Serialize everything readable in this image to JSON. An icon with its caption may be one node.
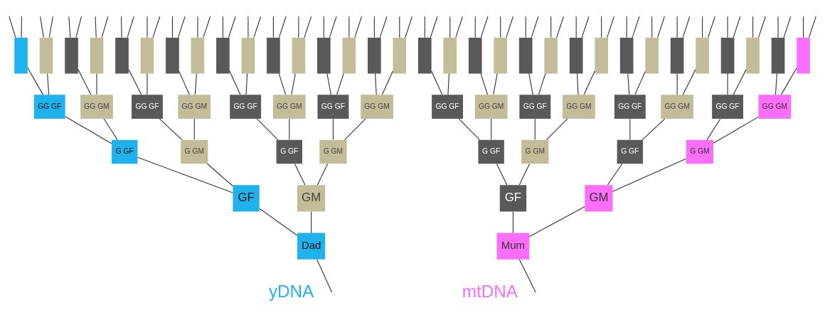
{
  "diagram": {
    "nodes": [
      {
        "text": [],
        "shape": "bar"
      },
      {
        "text": [],
        "shape": "bar"
      },
      {
        "text": [],
        "shape": "bar"
      },
      {
        "text": [],
        "shape": "bar"
      },
      {
        "text": [],
        "shape": "bar"
      },
      {
        "text": [],
        "shape": "bar"
      },
      {
        "text": [],
        "shape": "bar"
      },
      {
        "text": [],
        "shape": "bar"
      },
      {
        "text": [],
        "shape": "bar"
      },
      {
        "text": [],
        "shape": "bar"
      },
      {
        "text": [],
        "shape": "bar"
      },
      {
        "text": [],
        "shape": "bar"
      },
      {
        "text": [],
        "shape": "bar"
      },
      {
        "text": [],
        "shape": "bar"
      },
      {
        "text": [],
        "shape": "bar"
      },
      {
        "text": [],
        "shape": "bar"
      },
      {
        "text": [],
        "shape": "bar"
      },
      {
        "text": [],
        "shape": "bar"
      },
      {
        "text": [],
        "shape": "bar"
      },
      {
        "text": [],
        "shape": "bar"
      },
      {
        "text": [],
        "shape": "bar"
      },
      {
        "text": [],
        "shape": "bar"
      },
      {
        "text": [],
        "shape": "bar"
      },
      {
        "text": [],
        "shape": "bar"
      },
      {
        "text": [],
        "shape": "bar"
      },
      {
        "text": [],
        "shape": "bar"
      },
      {
        "text": [],
        "shape": "bar"
      },
      {
        "text": [],
        "shape": "bar"
      },
      {
        "text": [],
        "shape": "bar"
      },
      {
        "text": [],
        "shape": "bar"
      },
      {
        "text": [],
        "shape": "bar"
      },
      {
        "text": [],
        "shape": "bar"
      },
      {
        "text": [
          "GG GF"
        ]
      },
      {
        "text": [
          "GG GM"
        ]
      },
      {
        "text": [
          "GG GF"
        ]
      },
      {
        "text": [
          "GG GM"
        ]
      },
      {
        "text": [
          "GG GF"
        ]
      },
      {
        "text": [
          "GG GM"
        ]
      },
      {
        "text": [
          "GG GF"
        ]
      },
      {
        "text": [
          "GG GM"
        ]
      },
      {
        "text": [
          "GG GF"
        ]
      },
      {
        "text": [
          "GG GM"
        ]
      },
      {
        "text": [
          "GG GF"
        ]
      },
      {
        "text": [
          "GG GM"
        ]
      },
      {
        "text": [
          "GG GF"
        ]
      },
      {
        "text": [
          "GG GM"
        ]
      },
      {
        "text": [
          "GG GF"
        ]
      },
      {
        "text": [
          "GG GM"
        ]
      },
      {
        "text": [
          "G GF"
        ]
      },
      {
        "text": [
          "G GM"
        ]
      },
      {
        "text": [
          "G GF"
        ]
      },
      {
        "text": [
          "G GM"
        ]
      },
      {
        "text": [
          "G GF"
        ]
      },
      {
        "text": [
          "G GM"
        ]
      },
      {
        "text": [
          "G GF"
        ]
      },
      {
        "text": [
          "G GM"
        ]
      },
      {
        "text": [
          "GF"
        ]
      },
      {
        "text": [
          "GM"
        ]
      },
      {
        "text": [
          "GF"
        ]
      },
      {
        "text": [
          "GM"
        ]
      },
      {
        "text": [
          "Dad"
        ]
      },
      {
        "text": [
          "Mum"
        ]
      }
    ],
    "edges": [
      {
        "from": null,
        "to": 0,
        "arrow": "none"
      },
      {
        "from": null,
        "to": 0,
        "arrow": "none"
      },
      {
        "from": null,
        "to": 1,
        "arrow": "none"
      },
      {
        "from": null,
        "to": 1,
        "arrow": "none"
      },
      {
        "from": null,
        "to": 2,
        "arrow": "none"
      },
      {
        "from": null,
        "to": 2,
        "arrow": "none"
      },
      {
        "from": null,
        "to": 3,
        "arrow": "none"
      },
      {
        "from": null,
        "to": 3,
        "arrow": "none"
      },
      {
        "from": null,
        "to": 4,
        "arrow": "none"
      },
      {
        "from": null,
        "to": 4,
        "arrow": "none"
      },
      {
        "from": null,
        "to": 5,
        "arrow": "none"
      },
      {
        "from": null,
        "to": 5,
        "arrow": "none"
      },
      {
        "from": null,
        "to": 6,
        "arrow": "none"
      },
      {
        "from": null,
        "to": 6,
        "arrow": "none"
      },
      {
        "from": null,
        "to": 7,
        "arrow": "none"
      },
      {
        "from": null,
        "to": 7,
        "arrow": "none"
      },
      {
        "from": null,
        "to": 8,
        "arrow": "none"
      },
      {
        "from": null,
        "to": 8,
        "arrow": "none"
      },
      {
        "from": null,
        "to": 9,
        "arrow": "none"
      },
      {
        "from": null,
        "to": 9,
        "arrow": "none"
      },
      {
        "from": null,
        "to": 10,
        "arrow": "none"
      },
      {
        "from": null,
        "to": 10,
        "arrow": "none"
      },
      {
        "from": null,
        "to": 11,
        "arrow": "none"
      },
      {
        "from": null,
        "to": 11,
        "arrow": "none"
      },
      {
        "from": null,
        "to": 12,
        "arrow": "none"
      },
      {
        "from": null,
        "to": 12,
        "arrow": "none"
      },
      {
        "from": null,
        "to": 13,
        "arrow": "none"
      },
      {
        "from": null,
        "to": 13,
        "arrow": "none"
      },
      {
        "from": null,
        "to": 14,
        "arrow": "none"
      },
      {
        "from": null,
        "to": 14,
        "arrow": "none"
      },
      {
        "from": null,
        "to": 15,
        "arrow": "none"
      },
      {
        "from": null,
        "to": 15,
        "arrow": "none"
      },
      {
        "from": null,
        "to": 16,
        "arrow": "none"
      },
      {
        "from": null,
        "to": 16,
        "arrow": "none"
      },
      {
        "from": null,
        "to": 17,
        "arrow": "none"
      },
      {
        "from": null,
        "to": 17,
        "arrow": "none"
      },
      {
        "from": null,
        "to": 18,
        "arrow": "none"
      },
      {
        "from": null,
        "to": 18,
        "arrow": "none"
      },
      {
        "from": null,
        "to": 19,
        "arrow": "none"
      },
      {
        "from": null,
        "to": 19,
        "arrow": "none"
      },
      {
        "from": null,
        "to": 20,
        "arrow": "none"
      },
      {
        "from": null,
        "to": 20,
        "arrow": "none"
      },
      {
        "from": null,
        "to": 21,
        "arrow": "none"
      },
      {
        "from": null,
        "to": 21,
        "arrow": "none"
      },
      {
        "from": null,
        "to": 22,
        "arrow": "none"
      },
      {
        "from": null,
        "to": 22,
        "arrow": "none"
      },
      {
        "from": null,
        "to": 23,
        "arrow": "none"
      },
      {
        "from": null,
        "to": 23,
        "arrow": "none"
      },
      {
        "from": null,
        "to": 24,
        "arrow": "none"
      },
      {
        "from": null,
        "to": 24,
        "arrow": "none"
      },
      {
        "from": null,
        "to": 25,
        "arrow": "none"
      },
      {
        "from": null,
        "to": 25,
        "arrow": "none"
      },
      {
        "from": null,
        "to": 26,
        "arrow": "none"
      },
      {
        "from": null,
        "to": 26,
        "arrow": "none"
      },
      {
        "from": null,
        "to": 27,
        "arrow": "none"
      },
      {
        "from": null,
        "to": 27,
        "arrow": "none"
      },
      {
        "from": null,
        "to": 28,
        "arrow": "none"
      },
      {
        "from": null,
        "to": 28,
        "arrow": "none"
      },
      {
        "from": null,
        "to": 29,
        "arrow": "none"
      },
      {
        "from": null,
        "to": 29,
        "arrow": "none"
      },
      {
        "from": null,
        "to": 30,
        "arrow": "none"
      },
      {
        "from": null,
        "to": 30,
        "arrow": "none"
      },
      {
        "from": null,
        "to": 31,
        "arrow": "none"
      },
      {
        "from": null,
        "to": 31,
        "arrow": "none"
      },
      {
        "from": 0,
        "to": 32,
        "arrow": "none"
      },
      {
        "from": 1,
        "to": 32,
        "arrow": "none"
      },
      {
        "from": 2,
        "to": 33,
        "arrow": "none"
      },
      {
        "from": 3,
        "to": 33,
        "arrow": "none"
      },
      {
        "from": 4,
        "to": 34,
        "arrow": "none"
      },
      {
        "from": 5,
        "to": 34,
        "arrow": "none"
      },
      {
        "from": 6,
        "to": 35,
        "arrow": "none"
      },
      {
        "from": 7,
        "to": 35,
        "arrow": "none"
      },
      {
        "from": 8,
        "to": 36,
        "arrow": "none"
      },
      {
        "from": 9,
        "to": 36,
        "arrow": "none"
      },
      {
        "from": 10,
        "to": 37,
        "arrow": "none"
      },
      {
        "from": 11,
        "to": 37,
        "arrow": "none"
      },
      {
        "from": 12,
        "to": 38,
        "arrow": "none"
      },
      {
        "from": 13,
        "to": 38,
        "arrow": "none"
      },
      {
        "from": 14,
        "to": 39,
        "arrow": "none"
      },
      {
        "from": 15,
        "to": 39,
        "arrow": "none"
      },
      {
        "from": 16,
        "to": 40,
        "arrow": "none"
      },
      {
        "from": 17,
        "to": 40,
        "arrow": "none"
      },
      {
        "from": 18,
        "to": 41,
        "arrow": "none"
      },
      {
        "from": 19,
        "to": 41,
        "arrow": "none"
      },
      {
        "from": 20,
        "to": 42,
        "arrow": "none"
      },
      {
        "from": 21,
        "to": 42,
        "arrow": "none"
      },
      {
        "from": 22,
        "to": 43,
        "arrow": "none"
      },
      {
        "from": 23,
        "to": 43,
        "arrow": "none"
      },
      {
        "from": 24,
        "to": 44,
        "arrow": "none"
      },
      {
        "from": 25,
        "to": 44,
        "arrow": "none"
      },
      {
        "from": 26,
        "to": 45,
        "arrow": "none"
      },
      {
        "from": 27,
        "to": 45,
        "arrow": "none"
      },
      {
        "from": 28,
        "to": 46,
        "arrow": "none"
      },
      {
        "from": 29,
        "to": 46,
        "arrow": "none"
      },
      {
        "from": 30,
        "to": 47,
        "arrow": "none"
      },
      {
        "from": 31,
        "to": 47,
        "arrow": "none"
      },
      {
        "from": 32,
        "to": 48,
        "arrow": "none"
      },
      {
        "from": 33,
        "to": 48,
        "arrow": "none"
      },
      {
        "from": 34,
        "to": 49,
        "arrow": "none"
      },
      {
        "from": 35,
        "to": 49,
        "arrow": "none"
      },
      {
        "from": 36,
        "to": 50,
        "arrow": "none"
      },
      {
        "from": 37,
        "to": 50,
        "arrow": "none"
      },
      {
        "from": 38,
        "to": 51,
        "arrow": "none"
      },
      {
        "from": 39,
        "to": 51,
        "arrow": "none"
      },
      {
        "from": 40,
        "to": 52,
        "arrow": "none"
      },
      {
        "from": 41,
        "to": 52,
        "arrow": "none"
      },
      {
        "from": 42,
        "to": 53,
        "arrow": "none"
      },
      {
        "from": 43,
        "to": 53,
        "arrow": "none"
      },
      {
        "from": 44,
        "to": 54,
        "arrow": "none"
      },
      {
        "from": 45,
        "to": 54,
        "arrow": "none"
      },
      {
        "from": 46,
        "to": 55,
        "arrow": "none"
      },
      {
        "from": 47,
        "to": 55,
        "arrow": "none"
      },
      {
        "from": 48,
        "to": 56,
        "arrow": "none"
      },
      {
        "from": 49,
        "to": 56,
        "arrow": "none"
      },
      {
        "from": 50,
        "to": 57,
        "arrow": "none"
      },
      {
        "from": 51,
        "to": 57,
        "arrow": "none"
      },
      {
        "from": 52,
        "to": 58,
        "arrow": "none"
      },
      {
        "from": 53,
        "to": 58,
        "arrow": "none"
      },
      {
        "from": 54,
        "to": 59,
        "arrow": "none"
      },
      {
        "from": 55,
        "to": 59,
        "arrow": "none"
      },
      {
        "from": 56,
        "to": 60,
        "arrow": "none"
      },
      {
        "from": 57,
        "to": 60,
        "arrow": "none"
      },
      {
        "from": 58,
        "to": 61,
        "arrow": "none"
      },
      {
        "from": 59,
        "to": 61,
        "arrow": "none"
      },
      {
        "from": 60,
        "to": null,
        "arrow": "none"
      },
      {
        "from": 61,
        "to": null,
        "arrow": "none"
      }
    ],
    "labels": [
      "yDNA",
      "mtDNA"
    ]
  }
}
